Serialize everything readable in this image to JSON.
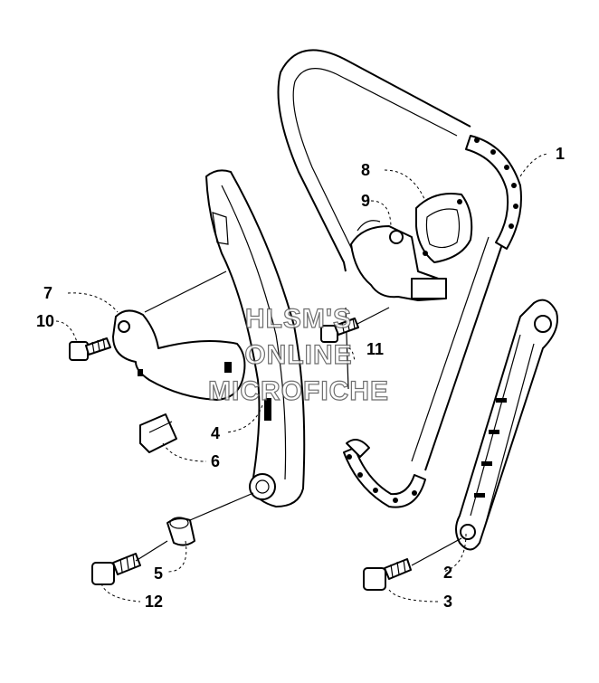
{
  "callouts": {
    "c1": "1",
    "c2": "2",
    "c3": "3",
    "c4": "4",
    "c5": "5",
    "c6": "6",
    "c7": "7",
    "c8": "8",
    "c9": "9",
    "c10": "10",
    "c11": "11",
    "c12": "12"
  },
  "watermark": {
    "line1": "HLSM'S",
    "line2": "ONLINE",
    "line3": "MICROFICHE"
  }
}
